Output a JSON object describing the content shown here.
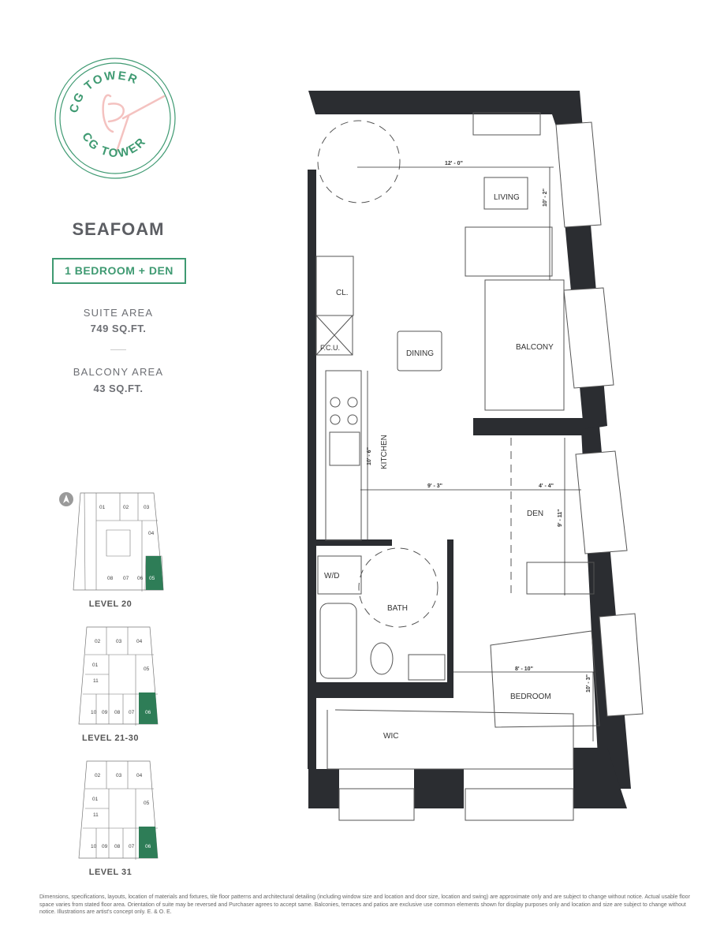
{
  "logo": {
    "text_top": "CG TOWER",
    "text_bottom": "CG TOWER",
    "monogram": "Cg"
  },
  "suite": {
    "name": "SEAFOAM",
    "type": "1 BEDROOM + DEN",
    "suite_area_label": "SUITE AREA",
    "suite_area": "749 SQ.FT.",
    "balcony_area_label": "BALCONY AREA",
    "balcony_area": "43 SQ.FT."
  },
  "colors": {
    "brand_green": "#3f9a72",
    "highlight_unit": "#2e7d57",
    "wall": "#2b2d31",
    "monogram_pink": "#f4c2c0"
  },
  "plan": {
    "rooms": {
      "living": "LIVING",
      "dining": "DINING",
      "balcony": "BALCONY",
      "closet": "CL.",
      "fcu": "F.C.U.",
      "kitchen": "KITCHEN",
      "den": "DEN",
      "wd": "W/D",
      "bath": "BATH",
      "bedroom": "BEDROOM",
      "wic": "WIC"
    },
    "dims": {
      "living_w": "12' - 0\"",
      "living_d": "10' - 2\"",
      "kitchen_d": "10' - 6\"",
      "kitchen_w": "9' - 3\"",
      "den_w": "4' - 4\"",
      "den_d": "9' - 11\"",
      "bed_w": "8' - 10\"",
      "bed_d": "10' - 3\""
    }
  },
  "keyplans": [
    {
      "label": "LEVEL 20",
      "units": [
        "01",
        "02",
        "03",
        "04",
        "05",
        "06",
        "07",
        "08"
      ],
      "highlight": "05"
    },
    {
      "label": "LEVEL 21-30",
      "units": [
        "02",
        "03",
        "04",
        "01",
        "05",
        "11",
        "10",
        "09",
        "08",
        "07",
        "06"
      ],
      "highlight": "06"
    },
    {
      "label": "LEVEL 31",
      "units": [
        "02",
        "03",
        "04",
        "01",
        "05",
        "11",
        "10",
        "09",
        "08",
        "07",
        "06"
      ],
      "highlight": "06"
    }
  ],
  "disclaimer": "Dimensions, specifications, layouts, location of materials and fixtures, tile floor patterns and architectural detailing (including window size and location and door size, location and swing) are approximate only and are subject to change without notice. Actual usable floor space varies from stated floor area. Orientation of suite may be reversed and Purchaser agrees to accept same. Balconies, terraces and patios are exclusive use common elements shown for display purposes only and location and size are subject to change without notice. Illustrations are artist's concept only. E. & O. E."
}
